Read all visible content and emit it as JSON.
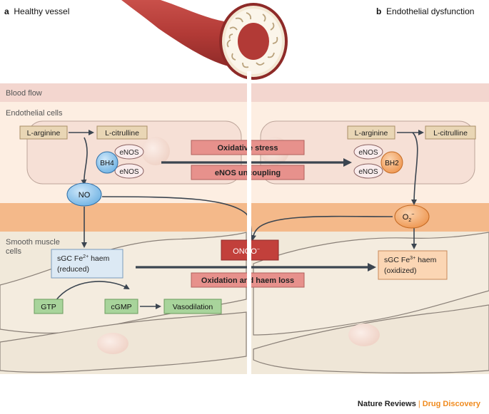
{
  "panels": {
    "a": {
      "letter": "a",
      "title": "Healthy vessel"
    },
    "b": {
      "letter": "b",
      "title": "Endothelial dysfunction"
    }
  },
  "zones": {
    "blood_flow": "Blood flow",
    "endothelial": "Endothelial cells",
    "smooth_muscle_line1": "Smooth muscle",
    "smooth_muscle_line2": "cells"
  },
  "nodes": {
    "l_arginine_a": "L-arginine",
    "l_citrulline_a": "L-citrulline",
    "enos_top_a": "eNOS",
    "enos_bot_a": "eNOS",
    "bh4": "BH4",
    "no": "NO",
    "sgc_reduced_l1": "sGC Fe",
    "sgc_reduced_sup": "2+",
    "sgc_reduced_l1b": " haem",
    "sgc_reduced_l2": "(reduced)",
    "gtp": "GTP",
    "cgmp": "cGMP",
    "vasodilation": "Vasodilation",
    "l_arginine_b": "L-arginine",
    "l_citrulline_b": "L-citrulline",
    "enos_top_b": "eNOS",
    "enos_bot_b": "eNOS",
    "bh2": "BH2",
    "o2": "O",
    "o2_sub": "2",
    "o2_sup": "−",
    "onoo": "ONOO",
    "onoo_sup": "−",
    "sgc_oxidized_l1": "sGC Fe",
    "sgc_oxidized_sup": "3+",
    "sgc_oxidized_l1b": " haem",
    "sgc_oxidized_l2": "(oxidized)"
  },
  "labels": {
    "oxidative_stress": "Oxidative stress",
    "enos_uncoupling": "eNOS uncoupling",
    "oxidation_haem_loss": "Oxidation and haem loss"
  },
  "footer": {
    "journal": "Nature Reviews",
    "separator": "|",
    "subjournal": "Drug Discovery"
  },
  "colors": {
    "blood_band": "#f3d6cf",
    "endothelial_band": "#fdeee2",
    "orange_band": "#f4b98a",
    "smooth_bg": "#f1e9da",
    "cell_fill": "#f6e0d6",
    "tan_box": "#e9d6b5",
    "red_box": "#e7918c",
    "green_box": "#a8d49b",
    "blue_node": "#8ec6ec",
    "orange_node": "#f2a86b",
    "arrow": "#3b4550"
  }
}
